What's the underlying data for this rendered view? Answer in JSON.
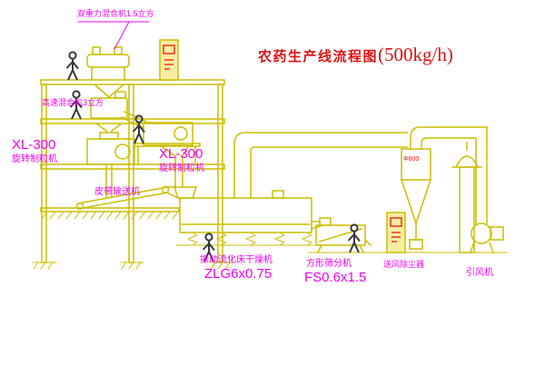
{
  "title": {
    "zh": "农药生产线流程图",
    "capacity": "(500kg/h)"
  },
  "labels": {
    "gravity_mixer": "双重力混合机1.5立方",
    "high_speed_mixer": "高速混合机3立方",
    "granulator1_model": "XL-300",
    "granulator1_name": "旋转制粒机",
    "granulator2_model": "XL-300",
    "granulator2_name": "旋转制粒机",
    "belt_conveyor": "皮带输送机",
    "fluid_bed_dryer_name": "振动流化床干燥机",
    "fluid_bed_dryer_model": "ZLG6x0.75",
    "square_sieve_name": "方形筛分机",
    "square_sieve_model": "FS0.6x1.5",
    "dust_collector": "送风除尘器",
    "induced_draft_fan": "引风机",
    "cyclone_dim": "Φ600"
  },
  "colors": {
    "line": "#ccbe00",
    "label": "#f000f0",
    "title": "#dd1111",
    "accent_red": "#ee1111",
    "figure": "#383838",
    "background": "#ffffff"
  }
}
